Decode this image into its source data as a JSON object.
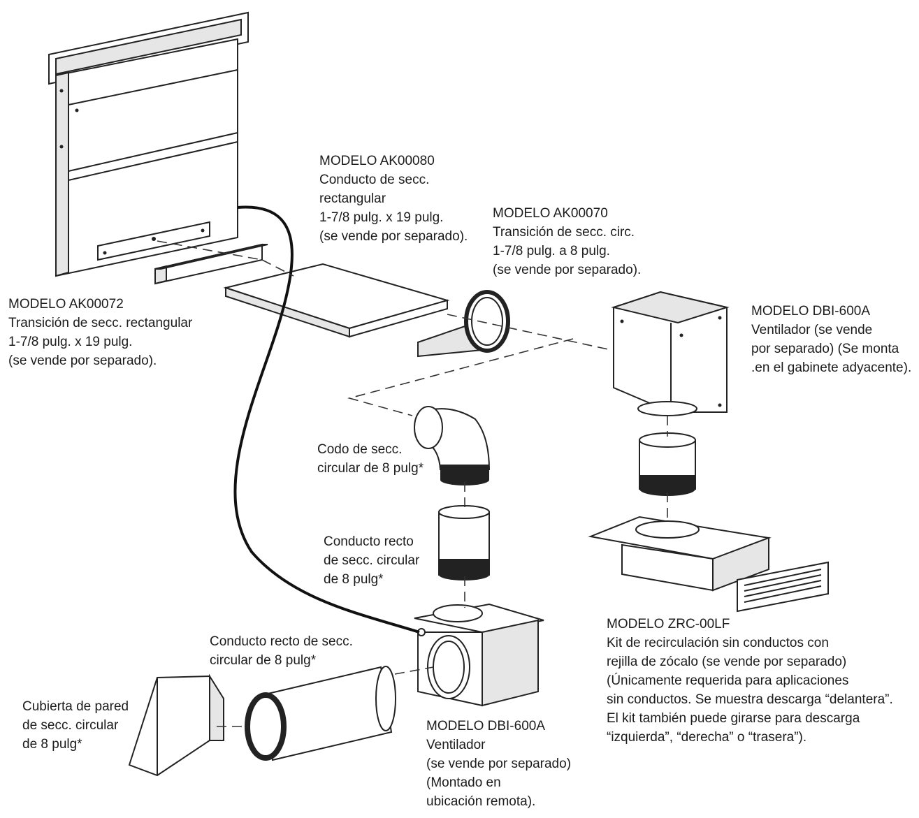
{
  "labels": {
    "ak00080": [
      "MODELO AK00080",
      "Conducto de secc.",
      "rectangular",
      "1-7/8 pulg. x 19 pulg.",
      "(se vende por separado)."
    ],
    "ak00070": [
      "MODELO AK00070",
      "Transición de secc. circ.",
      "1-7/8 pulg. a 8 pulg.",
      "(se vende por separado)."
    ],
    "ak00072": [
      "MODELO AK00072",
      "Transición de secc. rectangular",
      "1-7/8 pulg. x 19 pulg.",
      "(se vende por separado)."
    ],
    "dbi_top": [
      "MODELO DBI-600A",
      "Ventilador (se vende",
      "por separado) (Se monta",
      ".en el gabinete adyacente)."
    ],
    "codo": [
      "Codo de secc.",
      "circular de 8 pulg*"
    ],
    "recto_mid": [
      "Conducto recto",
      "de secc. circular",
      "de 8 pulg*"
    ],
    "zrc": [
      "MODELO ZRC-00LF",
      "Kit de recirculación sin conductos con",
      "rejilla de zócalo (se vende por separado)",
      "(Únicamente requerida para aplicaciones",
      "sin conductos. Se muestra descarga “delantera”.",
      "El kit también puede girarse para descarga",
      "“izquierda”, “derecha” o “trasera”)."
    ],
    "recto_low": [
      "Conducto recto de secc.",
      "circular de 8 pulg*"
    ],
    "cubierta": [
      "Cubierta de pared",
      "de secc. circular",
      "de 8 pulg*"
    ],
    "dbi_low": [
      "MODELO DBI-600A",
      "Ventilador",
      "(se vende por separado)",
      "(Montado en",
      "ubicación remota)."
    ]
  }
}
